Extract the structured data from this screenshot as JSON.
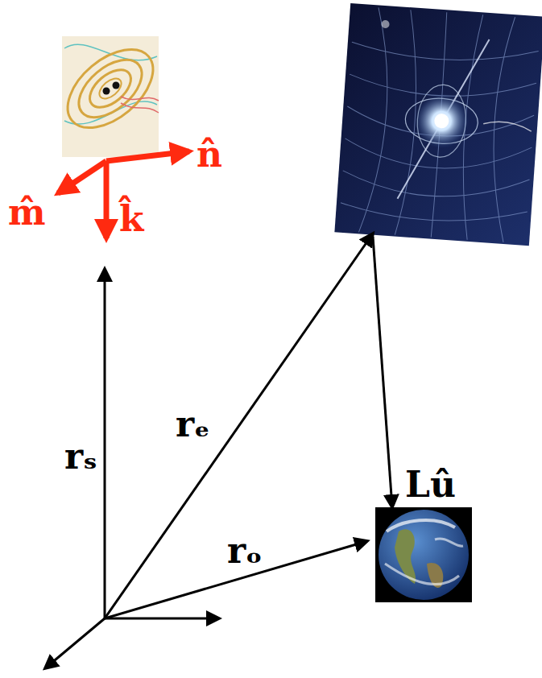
{
  "diagram": {
    "labels": [
      "n̂",
      "m̂",
      "k̂",
      "rₛ",
      "rₑ",
      "Lû",
      "rₒ"
    ]
  }
}
